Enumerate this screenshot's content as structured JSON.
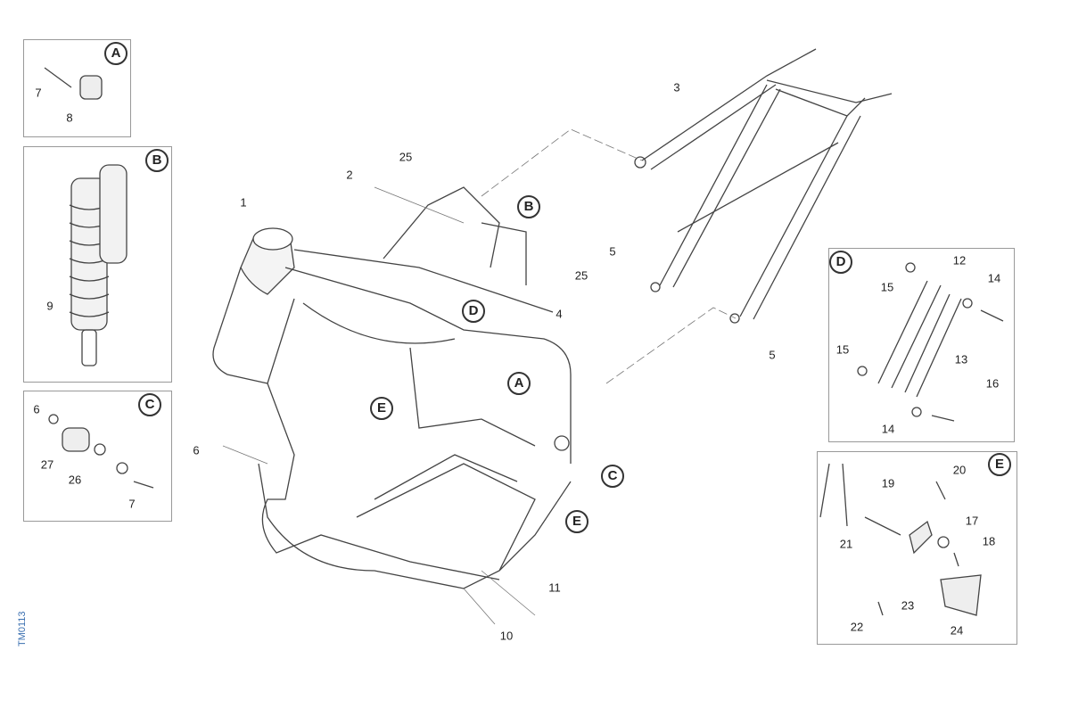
{
  "drawing_ref": "TM0113",
  "panels": {
    "A": {
      "letter": "A",
      "callouts": [
        "7",
        "8"
      ]
    },
    "B": {
      "letter": "B",
      "callouts": [
        "9"
      ]
    },
    "C": {
      "letter": "C",
      "callouts": [
        "6",
        "27",
        "26",
        "7"
      ]
    },
    "D": {
      "letter": "D",
      "callouts": [
        "12",
        "15",
        "14",
        "13",
        "15",
        "16",
        "14"
      ]
    },
    "E": {
      "letter": "E",
      "callouts": [
        "20",
        "19",
        "17",
        "18",
        "21",
        "23",
        "22",
        "24"
      ]
    }
  },
  "main": {
    "callouts": [
      "1",
      "2",
      "25",
      "25",
      "4",
      "3",
      "5",
      "5",
      "6",
      "11",
      "10"
    ],
    "view_refs": [
      "B",
      "D",
      "A",
      "E",
      "C",
      "E"
    ]
  },
  "colors": {
    "line": "#333333",
    "ref_text": "#3a6fb0",
    "panel_border": "#999999"
  }
}
